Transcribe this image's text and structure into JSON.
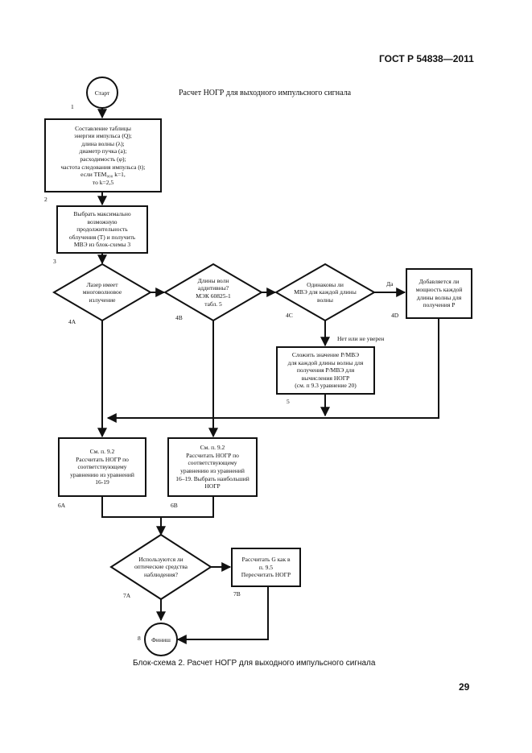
{
  "header": {
    "standard": "ГОСТ Р 54838—2011"
  },
  "diagram_title": "Расчет НОГР для выходного импульсного сигнала",
  "nodes": {
    "start": {
      "text": "Старт"
    },
    "b1": {
      "lines": [
        "Составление таблицы",
        "энергии импульса (Q);",
        "длина волны (λ);",
        "диаметр пучка (a);",
        "расходимость (φ);",
        "частота следования импульса (t);",
        "если TEM₀₀₀ k=1,",
        "то k=2,5"
      ]
    },
    "b2": {
      "lines": [
        "Выбрать максимально",
        "возможную",
        "продолжительность",
        "облучения (T) и получить",
        "МВЭ из блок-схемы 3"
      ]
    },
    "d4a": {
      "lines": [
        "Лазер имеет",
        "многоволновое",
        "излучение"
      ]
    },
    "d4b": {
      "lines": [
        "Длины волн",
        "аддитивны?",
        "МЭК 60825-1",
        "табл. 5"
      ]
    },
    "d4c": {
      "lines": [
        "Одинаковы ли",
        "МВЭ для каждой длины",
        "волны"
      ]
    },
    "b4d": {
      "lines": [
        "Добавляется ли",
        "мощность каждой",
        "длины волны для",
        "получения P"
      ]
    },
    "b5": {
      "lines": [
        "Сложить значение P/МВЭ",
        "для каждой длины волны для",
        "получения P/МВЭ для",
        "вычисления НОГР",
        "(см. п 9.3 уравнение 20)"
      ]
    },
    "b6a": {
      "lines": [
        "См. п. 9.2",
        "Рассчитать НОГР по",
        "соответствующему",
        "уравнению из уравнений",
        "16-19"
      ]
    },
    "b6b": {
      "lines": [
        "См. п. 9.2",
        "Рассчитать НОГР по",
        "соответствующему",
        "уравнению из уравнений",
        "16–19. Выбрать наибольший",
        "НОГР"
      ]
    },
    "d7a": {
      "lines": [
        "Используются ли",
        "оптические средства",
        "наблюдения?"
      ]
    },
    "b7b": {
      "lines": [
        "Рассчитать G как в",
        "п. 9.5",
        "Пересчитать НОГР"
      ]
    },
    "finish": {
      "text": "Финиш"
    }
  },
  "step_labels": {
    "s1": "1",
    "s2": "2",
    "s3": "3",
    "s4a": "4A",
    "s4b": "4B",
    "s4c": "4C",
    "s4d": "4D",
    "s5": "5",
    "s6a": "6A",
    "s6b": "6B",
    "s7a": "7A",
    "s7b": "7B",
    "s8": "8"
  },
  "edge_labels": {
    "yes": "Да",
    "no_unsure": "Нет или не уверен"
  },
  "caption": "Блок-схема 2. Расчет НОГР для выходного импульсного сигнала",
  "page_number": "29"
}
